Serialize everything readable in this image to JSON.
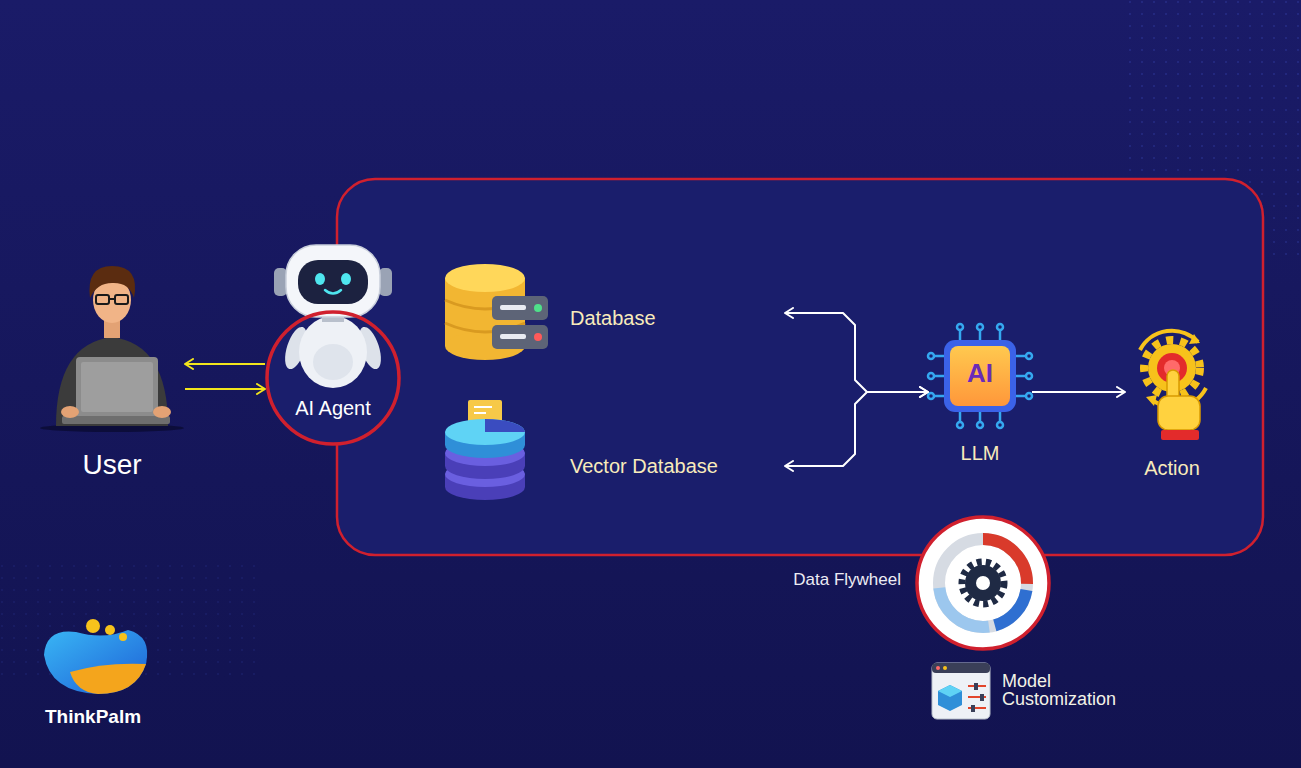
{
  "diagram": {
    "nodes": [
      {
        "text": [
          "User"
        ]
      },
      {
        "text": [
          "AI Agent"
        ]
      },
      {
        "text": [
          "Database"
        ]
      },
      {
        "text": [
          "Vector Database"
        ]
      },
      {
        "text": [
          "LLM"
        ]
      },
      {
        "text": [
          "Action"
        ]
      },
      {
        "text": [
          "Data Flywheel"
        ]
      },
      {
        "text": [
          "Model Customization"
        ]
      }
    ],
    "edges": [
      {
        "from": 1,
        "to": 0,
        "arrow": "to"
      },
      {
        "from": 0,
        "to": 1,
        "arrow": "to"
      },
      {
        "from": 2,
        "to": 4,
        "arrow": "both"
      },
      {
        "from": 3,
        "to": 4,
        "arrow": "both"
      },
      {
        "from": 4,
        "to": 5,
        "arrow": "to"
      }
    ],
    "labels": [
      "AI",
      "ThinkPalm"
    ]
  }
}
